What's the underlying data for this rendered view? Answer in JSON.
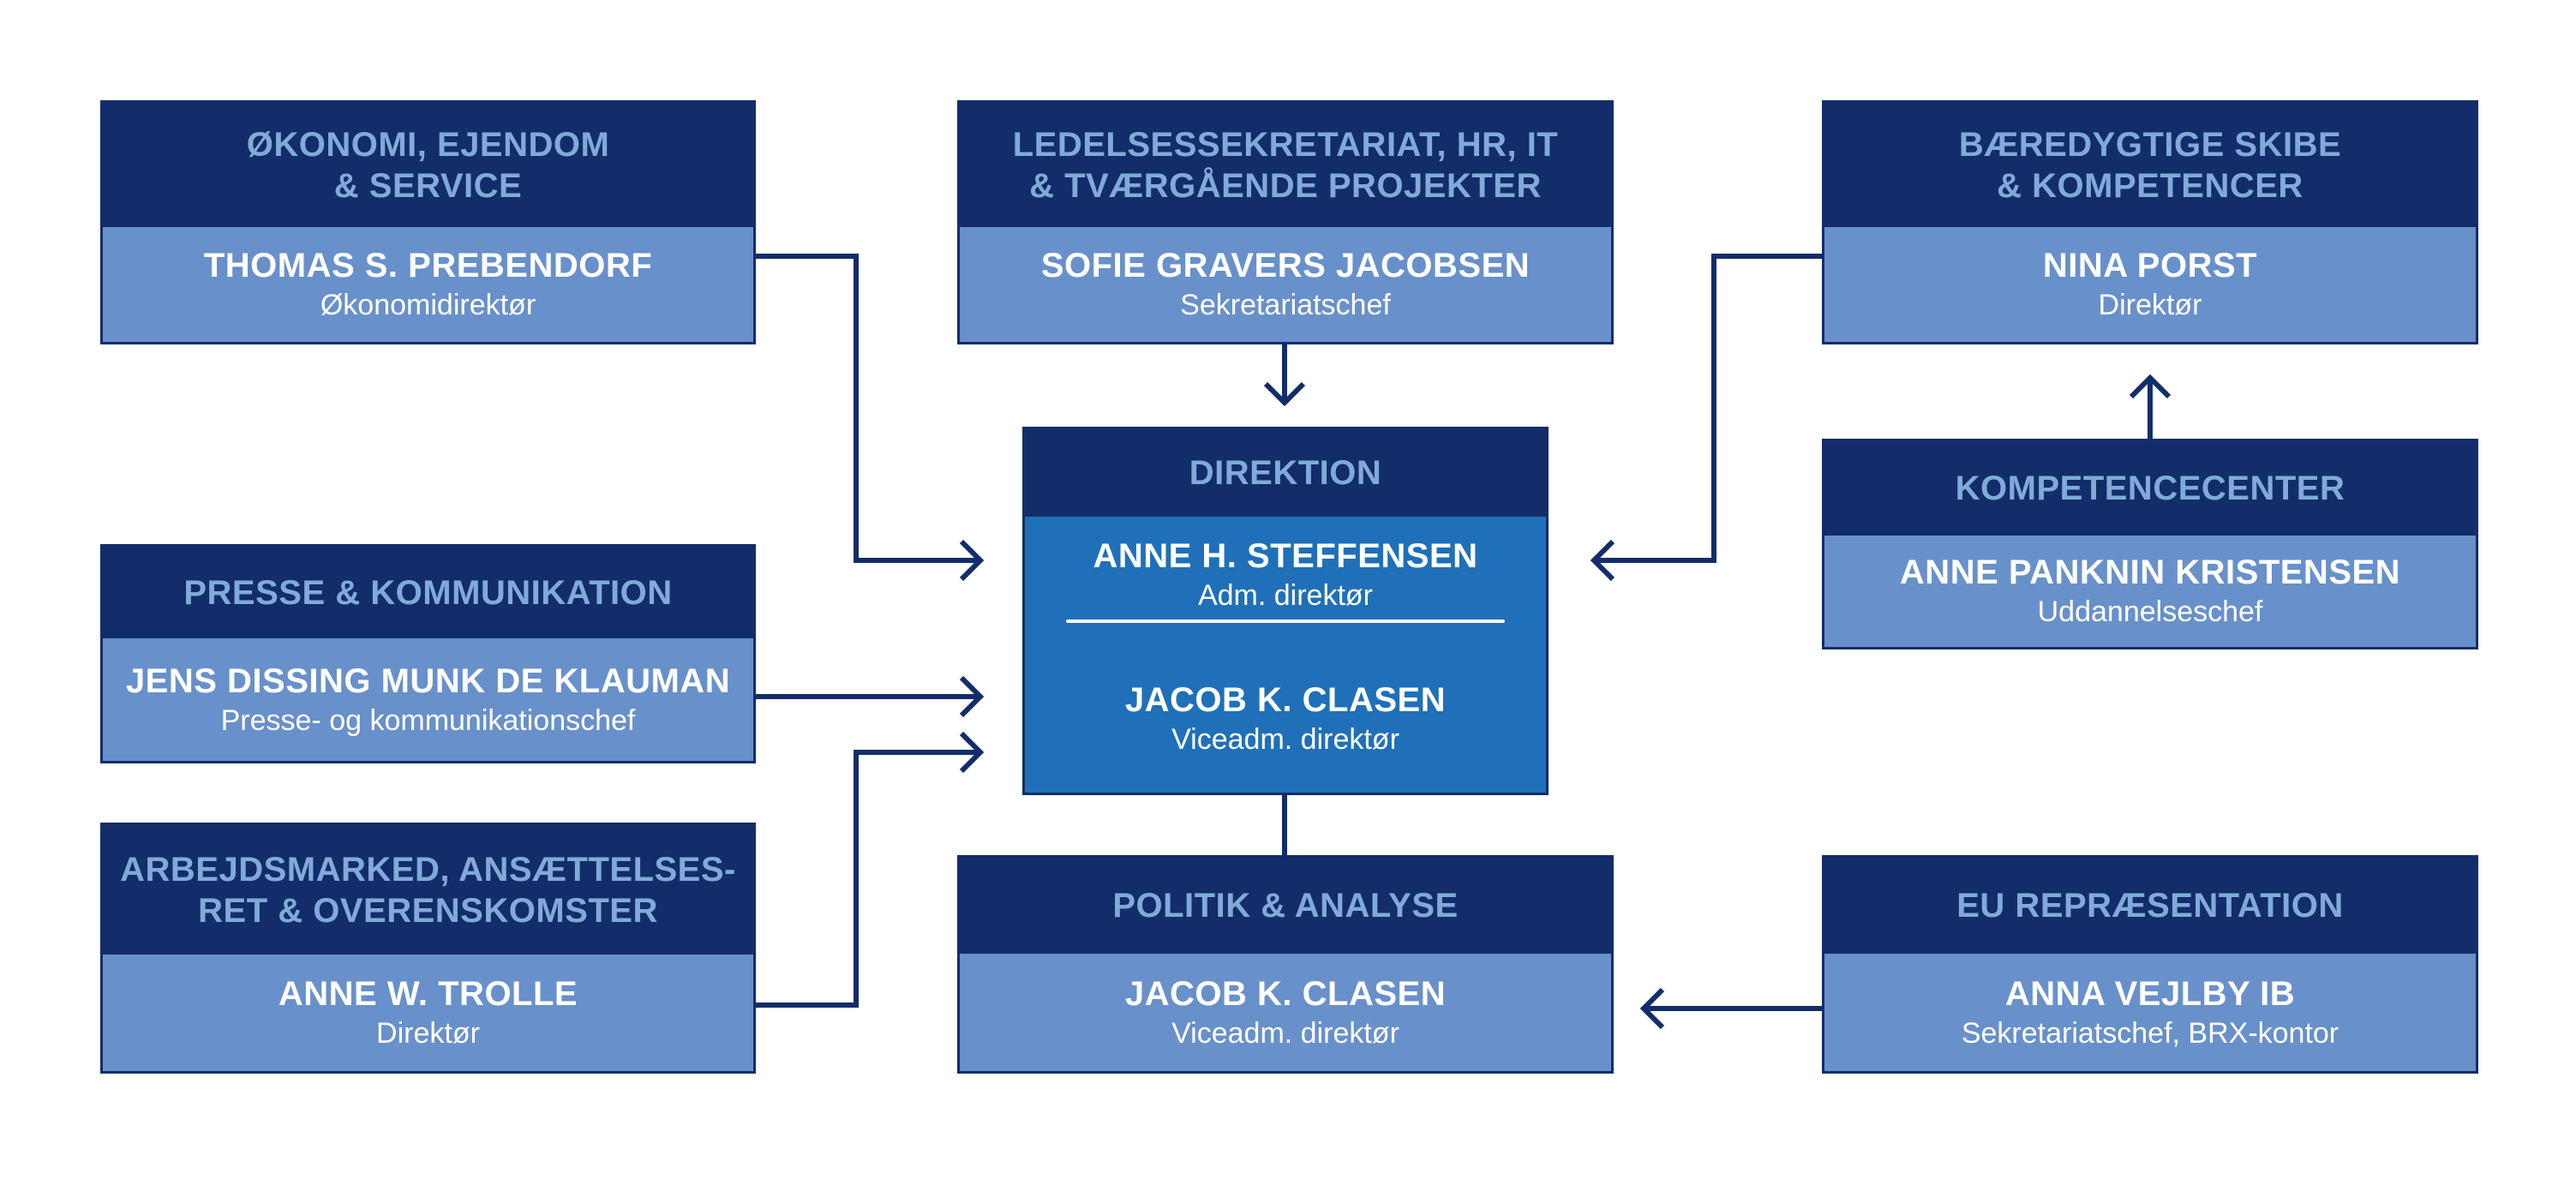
{
  "chart_title": "",
  "colors": {
    "header_bg": "#122d69",
    "header_text": "#80aad8",
    "body_bg": "#6890ca",
    "direktion_body_bg": "#1f70b8",
    "connector": "#122d69",
    "name_text": "#ffffff"
  },
  "units": {
    "okonomi": {
      "title_lines": [
        "ØKONOMI, EJENDOM",
        "& SERVICE"
      ],
      "name": "THOMAS S. PREBENDORF",
      "role": "Økonomidirektør"
    },
    "ledelse": {
      "title_lines": [
        "LEDELSESSEKRETARIAT, HR, IT",
        "& TVÆRGÅENDE PROJEKTER"
      ],
      "name": "SOFIE GRAVERS JACOBSEN",
      "role": "Sekretariatschef"
    },
    "skibe": {
      "title_lines": [
        "BÆREDYGTIGE SKIBE",
        "& KOMPETENCER"
      ],
      "name": "NINA PORST",
      "role": "Direktør"
    },
    "direktion": {
      "title": "DIREKTION",
      "people": [
        {
          "name": "ANNE H. STEFFENSEN",
          "role": "Adm. direktør"
        },
        {
          "name": "JACOB K. CLASEN",
          "role": "Viceadm. direktør"
        }
      ]
    },
    "kompetencecenter": {
      "title_lines": [
        "KOMPETENCECENTER"
      ],
      "name": "ANNE PANKNIN KRISTENSEN",
      "role": "Uddannelseschef"
    },
    "presse": {
      "title_lines": [
        "PRESSE & KOMMUNIKATION"
      ],
      "name": "JENS DISSING MUNK DE KLAUMAN",
      "role": "Presse- og kommunikationschef"
    },
    "arbejdsmarked": {
      "title_lines": [
        "ARBEJDSMARKED, ANSÆTTELSES-",
        "RET & OVERENSKOMSTER"
      ],
      "name": "ANNE W. TROLLE",
      "role": "Direktør"
    },
    "politik": {
      "title_lines": [
        "POLITIK & ANALYSE"
      ],
      "name": "JACOB K. CLASEN",
      "role": "Viceadm. direktør"
    },
    "eu": {
      "title_lines": [
        "EU REPRÆSENTATION"
      ],
      "name": "ANNA VEJLBY IB",
      "role": "Sekretariatschef, BRX-kontor"
    }
  },
  "connections": [
    {
      "from": "okonomi",
      "to": "direktion",
      "arrow": "to"
    },
    {
      "from": "ledelse",
      "to": "direktion",
      "arrow": "to"
    },
    {
      "from": "skibe",
      "to": "direktion",
      "arrow": "to"
    },
    {
      "from": "kompetencecenter",
      "to": "skibe",
      "arrow": "to"
    },
    {
      "from": "presse",
      "to": "direktion",
      "arrow": "to"
    },
    {
      "from": "arbejdsmarked",
      "to": "direktion",
      "arrow": "to"
    },
    {
      "from": "direktion",
      "to": "politik",
      "arrow": "none"
    },
    {
      "from": "eu",
      "to": "politik",
      "arrow": "to"
    }
  ]
}
